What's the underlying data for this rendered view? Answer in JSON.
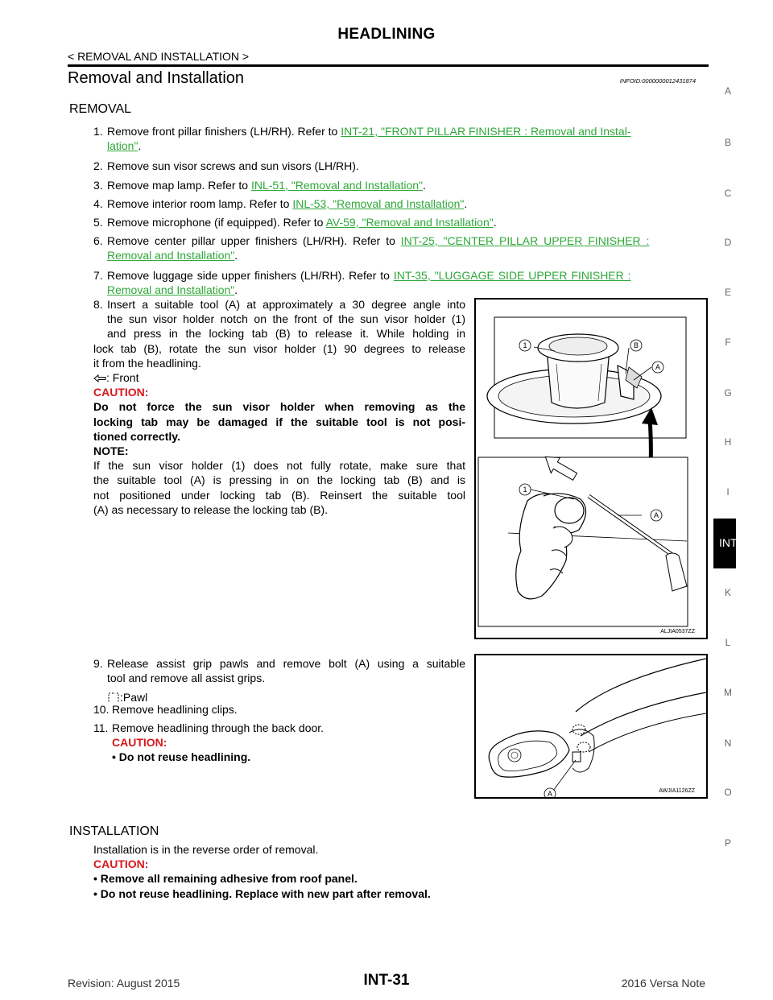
{
  "header": {
    "title": "HEADLINING",
    "subtitle": "< REMOVAL AND INSTALLATION >"
  },
  "section": {
    "title": "Removal and Installation",
    "infoid": "INFOID:0000000012431874"
  },
  "removal": {
    "heading": "REMOVAL",
    "steps": [
      {
        "num": "1.",
        "text": "Remove front pillar finishers (LH/RH). Refer to ",
        "link": "INT-21, \"FRONT PILLAR FINISHER : Removal and Instal-",
        "link2": "lation\"",
        "after": "."
      },
      {
        "num": "2.",
        "text": "Remove sun visor screws and sun visors (LH/RH)."
      },
      {
        "num": "3.",
        "text": "Remove map lamp. Refer to ",
        "link": "INL-51, \"Removal and Installation\"",
        "after": "."
      },
      {
        "num": "4.",
        "text": "Remove interior room lamp. Refer to ",
        "link": "INL-53, \"Removal and Installation\"",
        "after": "."
      },
      {
        "num": "5.",
        "text": "Remove microphone (if equipped). Refer to ",
        "link": "AV-59, \"Removal and Installation\"",
        "after": "."
      },
      {
        "num": "6.",
        "text": "Remove center pillar upper finishers (LH/RH). Refer to ",
        "link": "INT-25, \"CENTER PILLAR UPPER FINISHER :",
        "link2": "Removal and Installation\"",
        "after": "."
      },
      {
        "num": "7.",
        "text": "Remove luggage side upper finishers (LH/RH). Refer to ",
        "link": "INT-35, \"LUGGAGE SIDE UPPER FINISHER :",
        "link2": "Removal and Installation\"",
        "after": "."
      }
    ],
    "step8": {
      "num": "8.",
      "lines": [
        "Insert a suitable tool (A) at approximately a 30 degree angle into",
        "the sun visor holder notch on the front of the sun visor holder (1)",
        "and press in the locking tab (B) to release it. While holding in",
        "lock tab (B), rotate the sun visor holder (1) 90 degrees to release",
        "it from the headlining."
      ],
      "front_label": ": Front",
      "caution_label": "CAUTION:",
      "caution_lines": [
        "Do not force the sun visor holder when removing as the",
        "locking tab may be damaged if the suitable tool is not posi-",
        "tioned correctly."
      ],
      "note_label": "NOTE:",
      "note_lines": [
        "If the sun visor holder (1) does not fully rotate, make sure that",
        "the suitable tool (A) is pressing in on the locking tab (B) and is",
        "not positioned under locking tab (B). Reinsert the suitable tool",
        "(A) as necessary to release the locking tab (B)."
      ]
    },
    "step9": {
      "num": "9.",
      "lines": [
        "Release assist grip pawls and remove bolt (A) using a suitable",
        "tool and remove all assist grips."
      ],
      "pawl_label": ":Pawl"
    },
    "step10": {
      "num": "10.",
      "text": "Remove headlining clips."
    },
    "step11": {
      "num": "11.",
      "text": "Remove headlining through the back door.",
      "caution_label": "CAUTION:",
      "caution_bullet": "Do not reuse headlining."
    }
  },
  "figures": {
    "fig1_caption": "ALJIA0537ZZ",
    "fig2_caption": "AWJIA1126ZZ",
    "label_1": "1",
    "label_A": "A",
    "label_B": "B"
  },
  "installation": {
    "heading": "INSTALLATION",
    "text": "Installation is in the reverse order of removal.",
    "caution_label": "CAUTION:",
    "bullets": [
      "Remove all remaining adhesive from roof panel.",
      "Do not reuse headlining. Replace with new part after removal."
    ]
  },
  "side_index": [
    "A",
    "B",
    "C",
    "D",
    "E",
    "F",
    "G",
    "H",
    "I",
    "INT",
    "K",
    "L",
    "M",
    "N",
    "O",
    "P"
  ],
  "footer": {
    "left": "Revision: August 2015",
    "center": "INT-31",
    "right": "2016 Versa Note"
  },
  "colors": {
    "link": "#2fa83a",
    "caution": "#d6191d"
  }
}
